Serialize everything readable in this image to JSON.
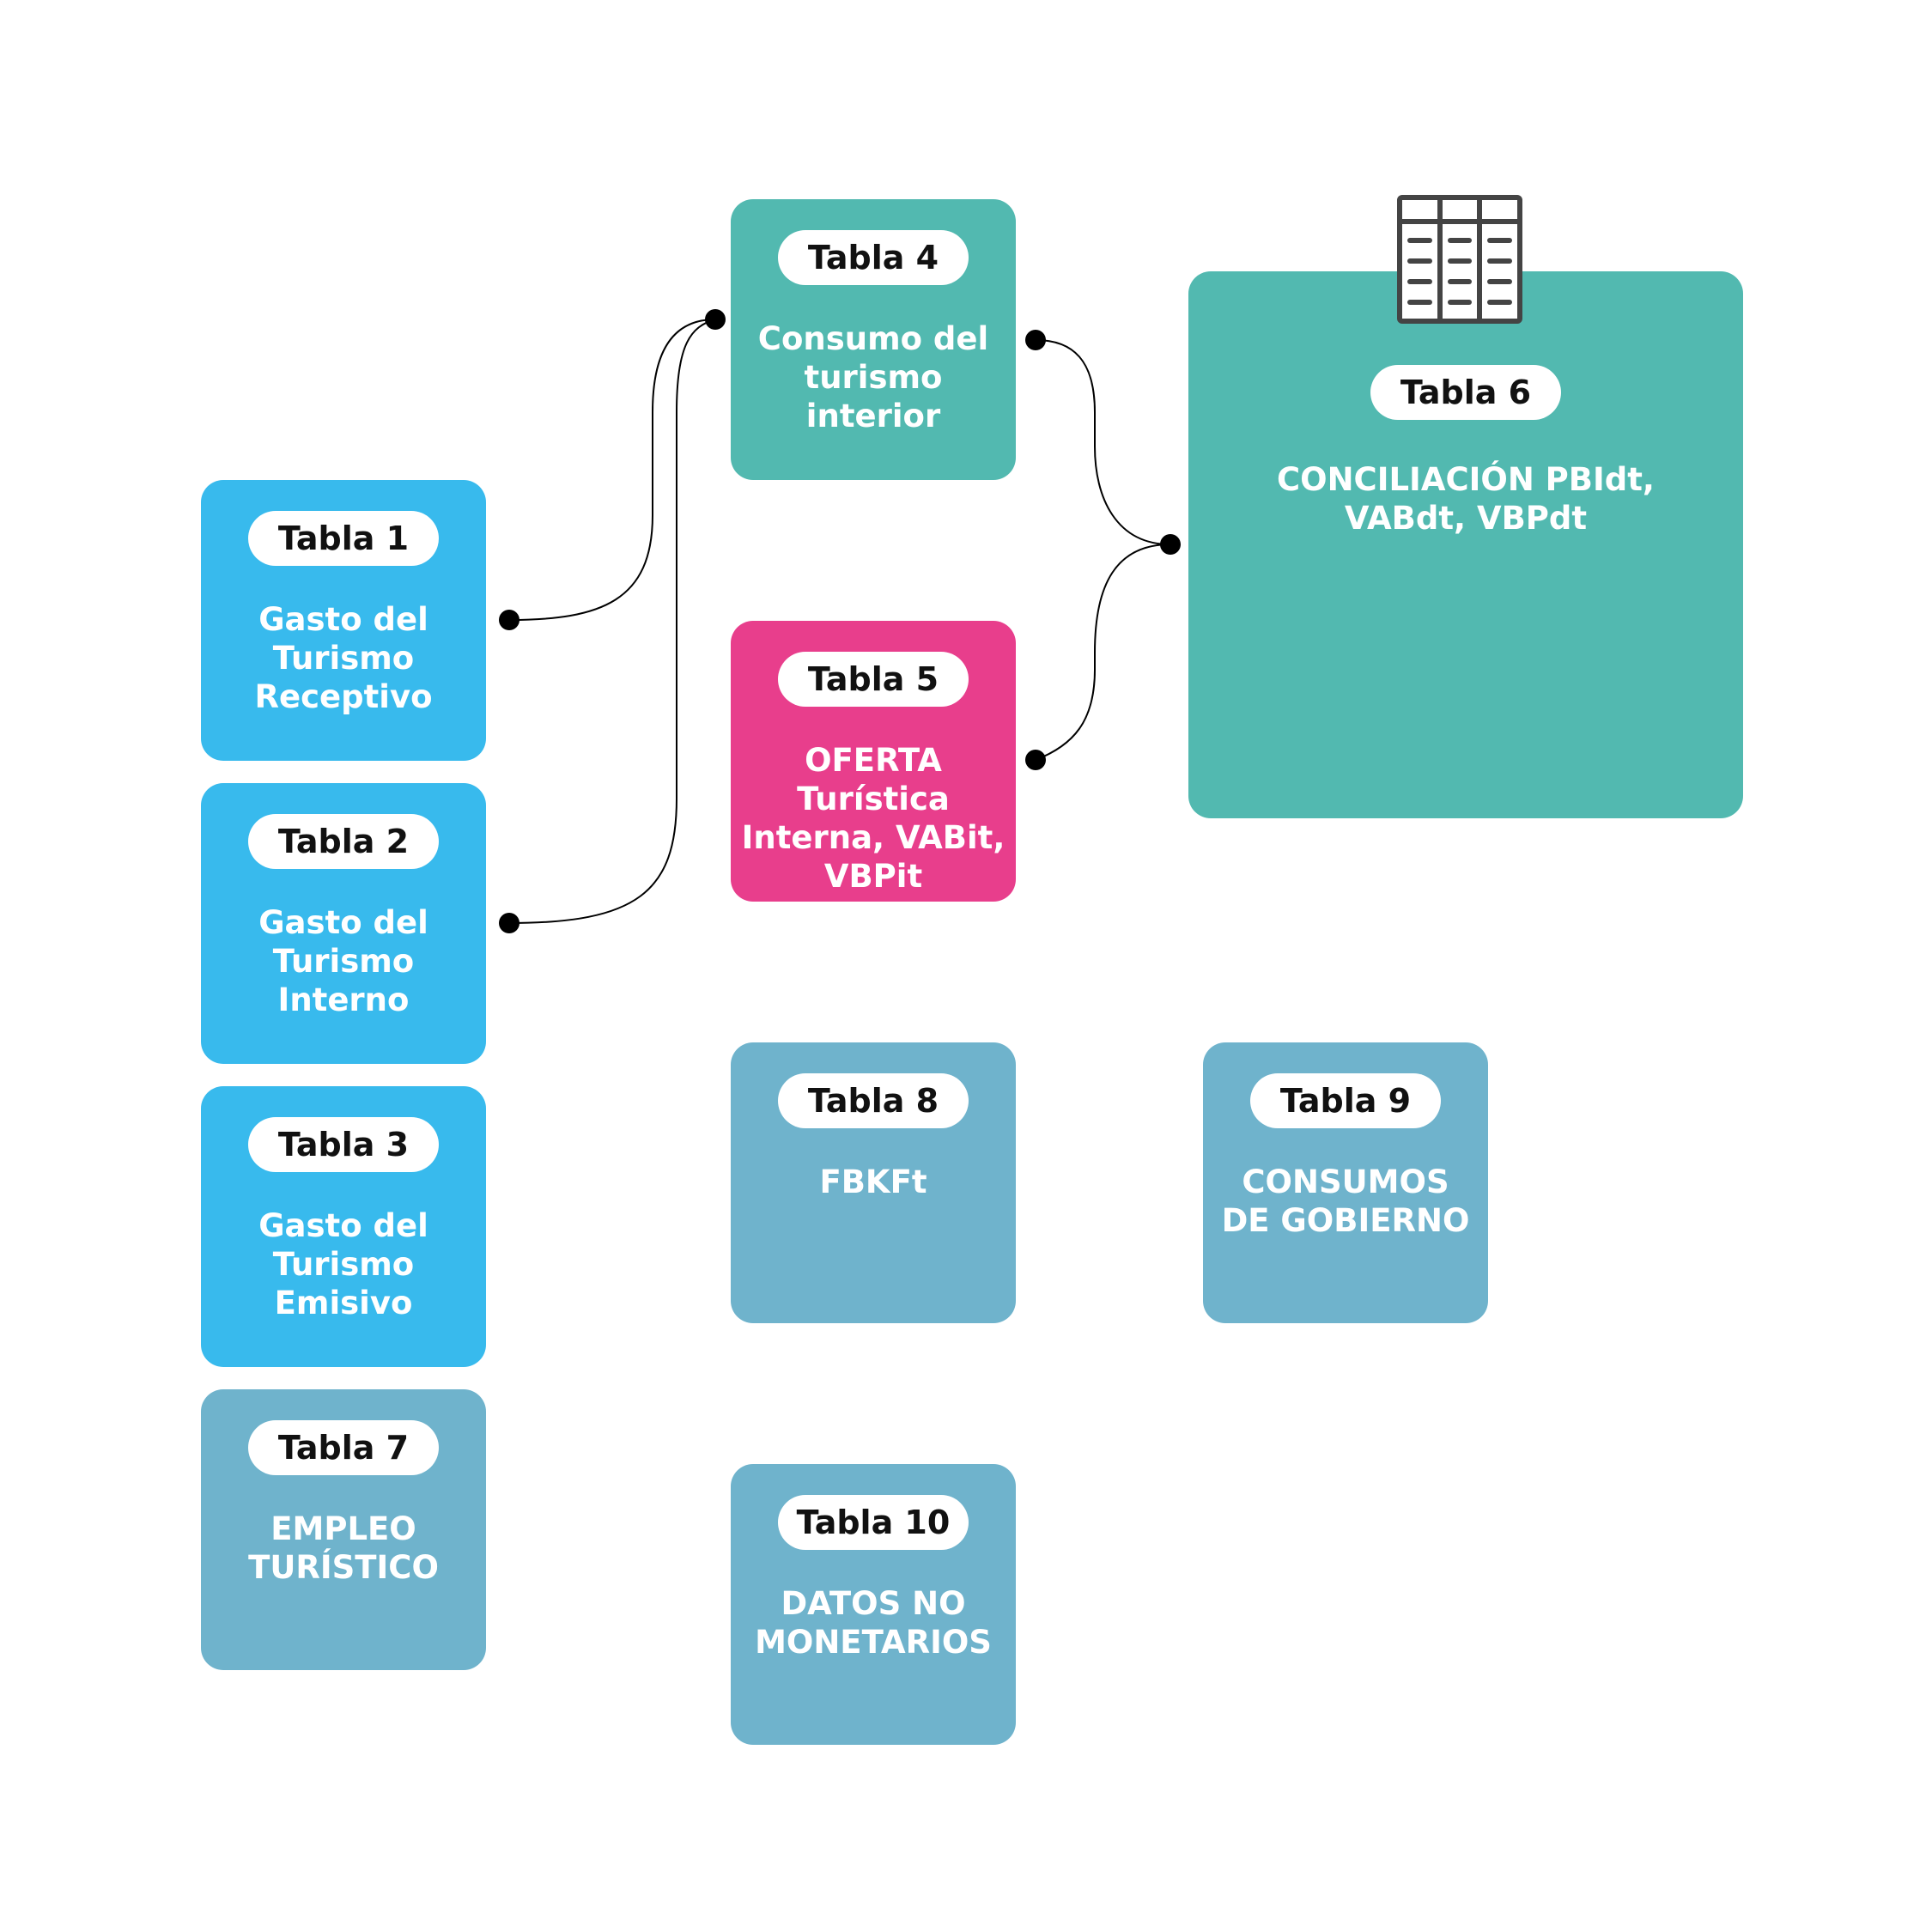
{
  "colors": {
    "demand_blue": "#38baed",
    "consumption_teal": "#52b9b0",
    "supply_pink": "#e83e8c",
    "other_steel": "#6fb3cc",
    "connector": "#000000",
    "icon_gray": "#444444"
  },
  "tables": [
    {
      "id": "t1",
      "pill": "Tabla 1",
      "label": "Gasto del\nTurismo\nReceptivo"
    },
    {
      "id": "t2",
      "pill": "Tabla 2",
      "label": "Gasto del\nTurismo\nInterno"
    },
    {
      "id": "t3",
      "pill": "Tabla 3",
      "label": "Gasto del\nTurismo\nEmisivo"
    },
    {
      "id": "t4",
      "pill": "Tabla 4",
      "label": "Consumo del\nturismo\ninterior"
    },
    {
      "id": "t5",
      "pill": "Tabla 5",
      "label": "OFERTA\nTurística\nInterna, VABit,\nVBPit"
    },
    {
      "id": "t6",
      "pill": "Tabla 6",
      "label": "CONCILIACIÓN PBIdt,\nVABdt, VBPdt"
    },
    {
      "id": "t7",
      "pill": "Tabla 7",
      "label": "EMPLEO\nTURÍSTICO"
    },
    {
      "id": "t8",
      "pill": "Tabla 8",
      "label": "FBKFt"
    },
    {
      "id": "t9",
      "pill": "Tabla 9",
      "label": "CONSUMOS\nDE GOBIERNO"
    },
    {
      "id": "t10",
      "pill": "Tabla 10",
      "label": "DATOS NO\nMONETARIOS"
    }
  ],
  "connections": [
    {
      "from": "Tabla 1",
      "to": "Tabla 4"
    },
    {
      "from": "Tabla 2",
      "to": "Tabla 4"
    },
    {
      "from": "Tabla 4",
      "to": "Tabla 6"
    },
    {
      "from": "Tabla 5",
      "to": "Tabla 6"
    }
  ],
  "icons": {
    "table_icon": "table-grid-icon"
  }
}
